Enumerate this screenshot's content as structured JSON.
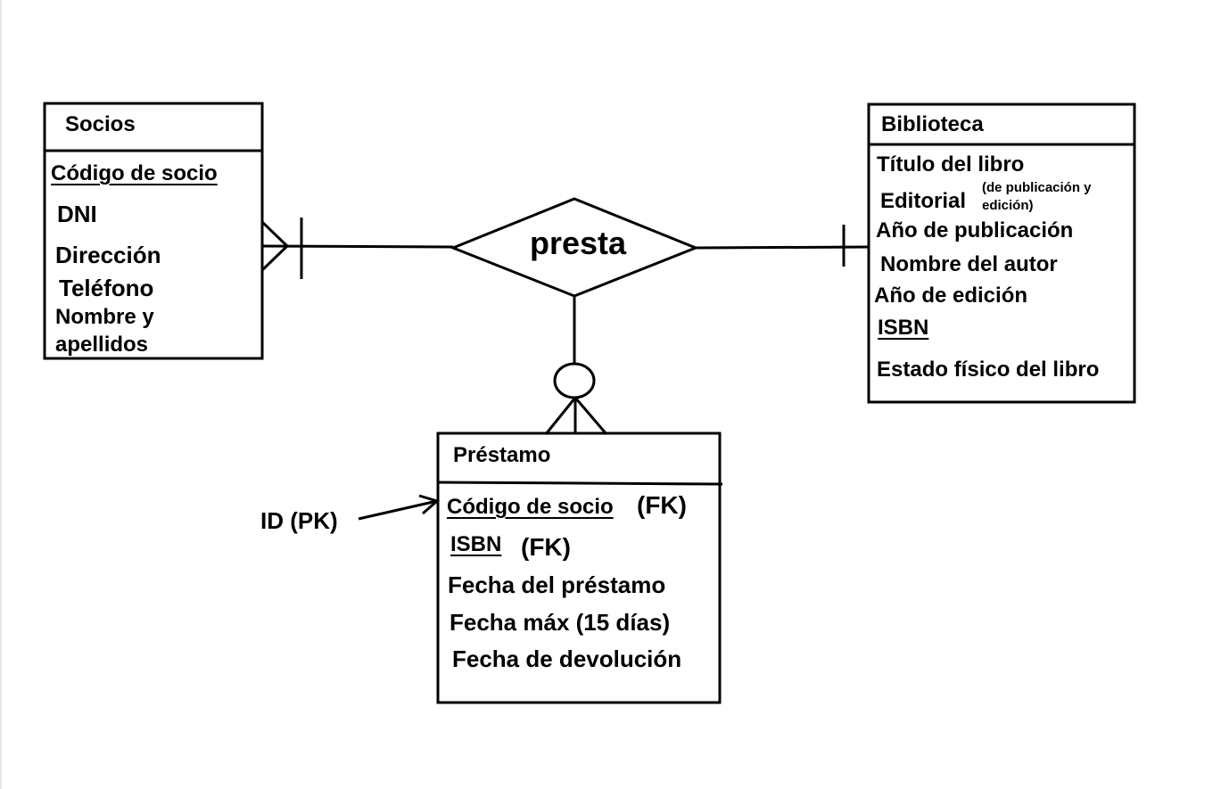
{
  "socios": {
    "title": "Socios",
    "attributes": [
      "Código de socio",
      "DNI",
      "Dirección",
      "Teléfono",
      "Nombre y",
      "apellidos"
    ]
  },
  "biblioteca": {
    "title": "Biblioteca",
    "attributes": [
      "Título del libro",
      "Editorial",
      "Año de publicación",
      "Nombre del autor",
      "Año de edición",
      "ISBN",
      "Estado físico del libro"
    ],
    "editorial_note_line1": "(de publicación y",
    "editorial_note_line2": "edición)"
  },
  "prestamo": {
    "title": "Préstamo",
    "attributes": [
      "Código de socio",
      "ISBN",
      "Fecha del préstamo",
      "Fecha máx (15 días)",
      "Fecha de devolución"
    ],
    "fk_label": "(FK)"
  },
  "relationship": {
    "label": "presta"
  },
  "pk_annotation": {
    "label": "ID (PK)"
  }
}
